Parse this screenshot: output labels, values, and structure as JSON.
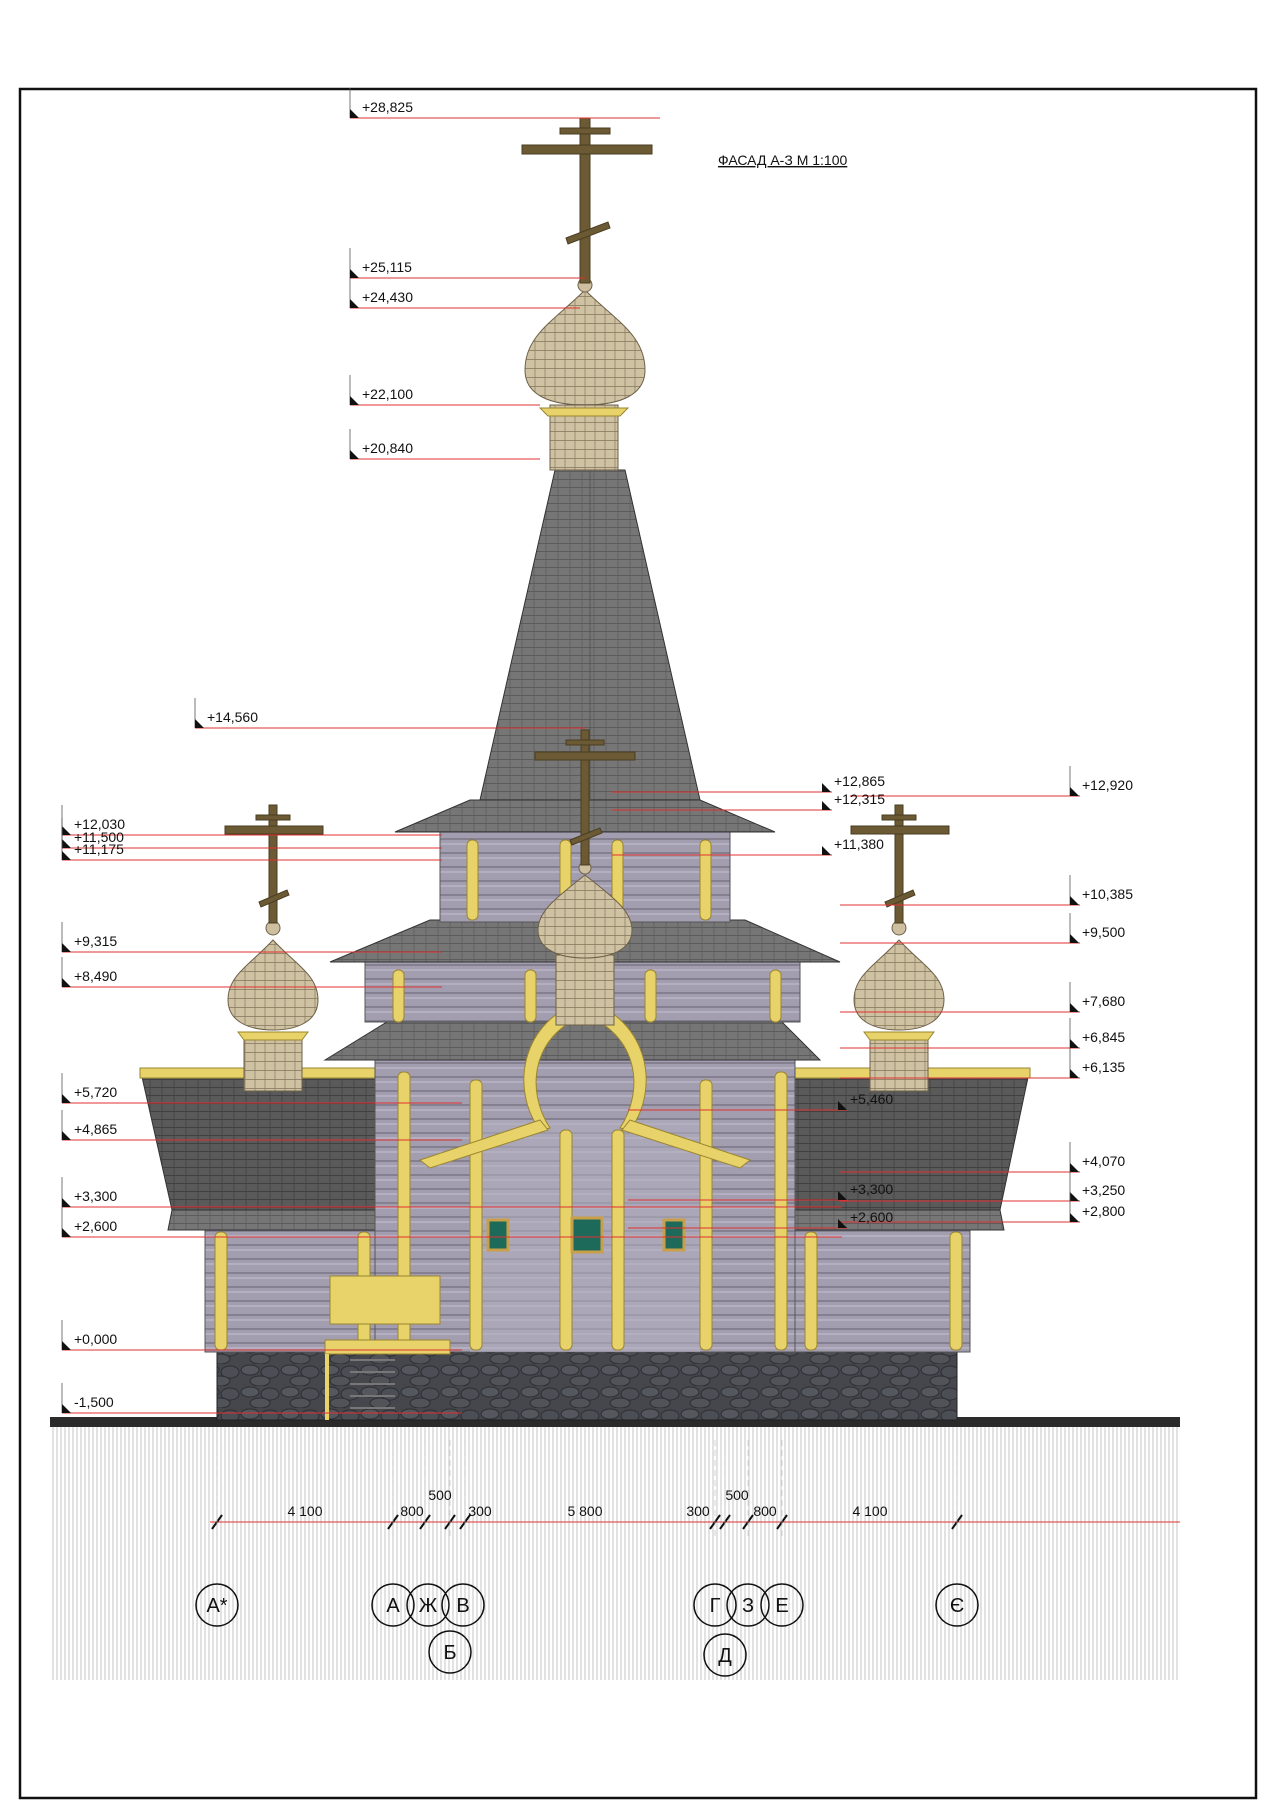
{
  "title": "ФАСАД А-З  М 1:100",
  "levels_left": [
    {
      "text": "+28,825"
    },
    {
      "text": "+25,115"
    },
    {
      "text": "+24,430"
    },
    {
      "text": "+22,100"
    },
    {
      "text": "+20,840"
    },
    {
      "text": "+14,560"
    },
    {
      "text": "+12,030"
    },
    {
      "text": "+11,500"
    },
    {
      "text": "+11,175"
    },
    {
      "text": "+9,315"
    },
    {
      "text": "+8,490"
    },
    {
      "text": "+5,720"
    },
    {
      "text": "+4,865"
    },
    {
      "text": "+3,300"
    },
    {
      "text": "+2,600"
    },
    {
      "text": "+0,000"
    },
    {
      "text": "-1,500"
    }
  ],
  "levels_right": [
    {
      "text": "+12,920"
    },
    {
      "text": "+10,385"
    },
    {
      "text": "+9,500"
    },
    {
      "text": "+7,680"
    },
    {
      "text": "+6,845"
    },
    {
      "text": "+6,135"
    },
    {
      "text": "+4,070"
    },
    {
      "text": "+3,250"
    },
    {
      "text": "+2,800"
    }
  ],
  "levels_mid": [
    {
      "text": "+12,865"
    },
    {
      "text": "+12,315"
    },
    {
      "text": "+11,380"
    },
    {
      "text": "+5,460"
    },
    {
      "text": "+3,300"
    },
    {
      "text": "+2,600"
    }
  ],
  "dimensions": [
    "4 100",
    "800",
    "500",
    "300",
    "5 800",
    "300",
    "500",
    "800",
    "4 100"
  ],
  "axes": [
    "А*",
    "А",
    "Ж",
    "В",
    "Б",
    "Г",
    "З",
    "Е",
    "Д",
    "Є"
  ],
  "colors": {
    "wood": "#9b97a8",
    "roof": "#7a7a7a",
    "trim": "#e8d36a",
    "dome": "#cdbf9f",
    "cross": "#6b5a34",
    "stone": "#3f4147",
    "level_line": "#e03030"
  }
}
